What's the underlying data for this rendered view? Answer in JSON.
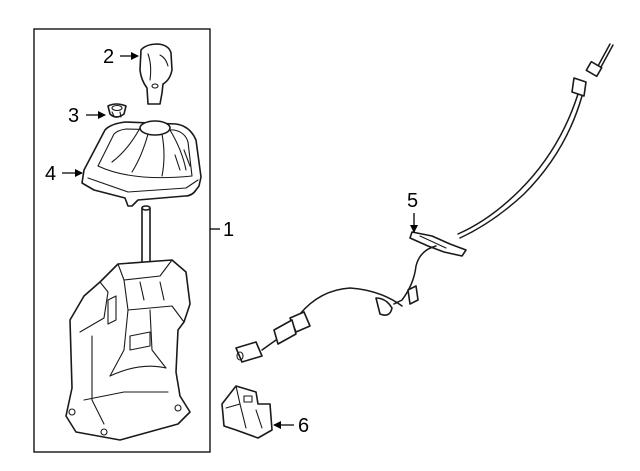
{
  "diagram": {
    "callouts": {
      "c1": "1",
      "c2": "2",
      "c3": "3",
      "c4": "4",
      "c5": "5",
      "c6": "6"
    },
    "colors": {
      "line": "#1a1a1a",
      "background": "#ffffff"
    }
  }
}
